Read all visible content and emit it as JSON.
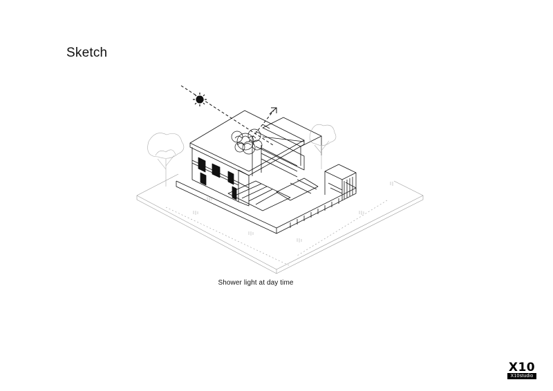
{
  "page": {
    "title": "Sketch",
    "caption": "Shower light at day time"
  },
  "logo": {
    "mark": "X10",
    "sub": "X10studio"
  },
  "colors": {
    "line": "#111111",
    "background": "#ffffff"
  },
  "icons": [
    "sun-icon",
    "arrow-up-right-icon"
  ]
}
